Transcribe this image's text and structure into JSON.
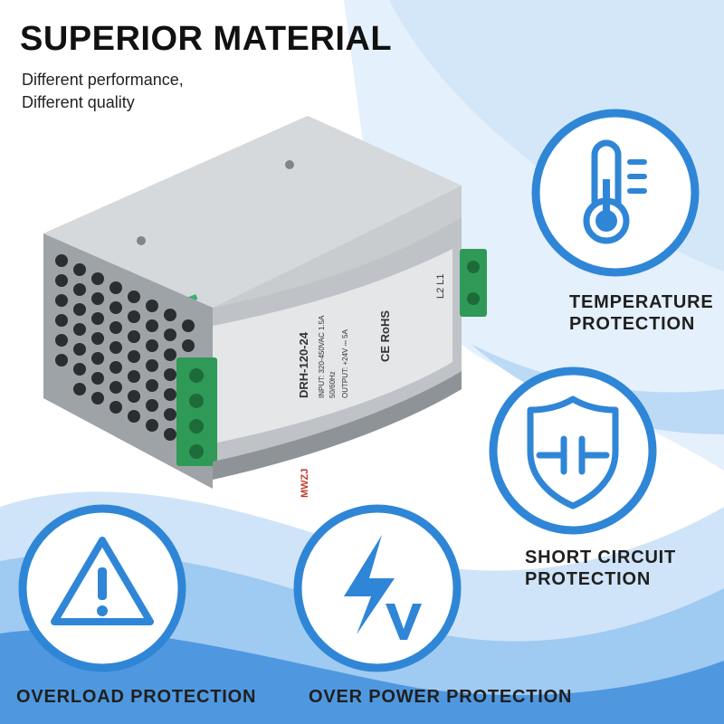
{
  "header": {
    "title": "SUPERIOR MATERIAL",
    "subtitle_line1": "Different performance,",
    "subtitle_line2": "Different quality"
  },
  "features": {
    "temperature": {
      "line1": "TEMPERATURE",
      "line2": "PROTECTION",
      "icon": "thermometer-icon"
    },
    "short_circuit": {
      "line1": "SHORT CIRCUIT",
      "line2": "PROTECTION",
      "icon": "shield-circuit-icon"
    },
    "overload": {
      "label": "OVERLOAD PROTECTION",
      "icon": "warning-triangle-icon"
    },
    "over_power": {
      "label": "OVER POWER PROTECTION",
      "icon": "lightning-volt-icon"
    }
  },
  "product": {
    "model": "DRH-120-24",
    "brand": "MWZJ",
    "input_line": "INPUT: 320-450VAC  1.5A",
    "freq_line": "50/60Hz",
    "output_line": "OUTPUT: +24V ⎓ 5A",
    "marks": "CE RoHS",
    "terminal_labels": "L2 L1"
  },
  "colors": {
    "accent_blue": "#2f86d6",
    "wave_light": "#dcecfa",
    "wave_mid": "#a9cff2",
    "wave_dark": "#4f98e0",
    "label_dark": "#1f1f1f"
  }
}
